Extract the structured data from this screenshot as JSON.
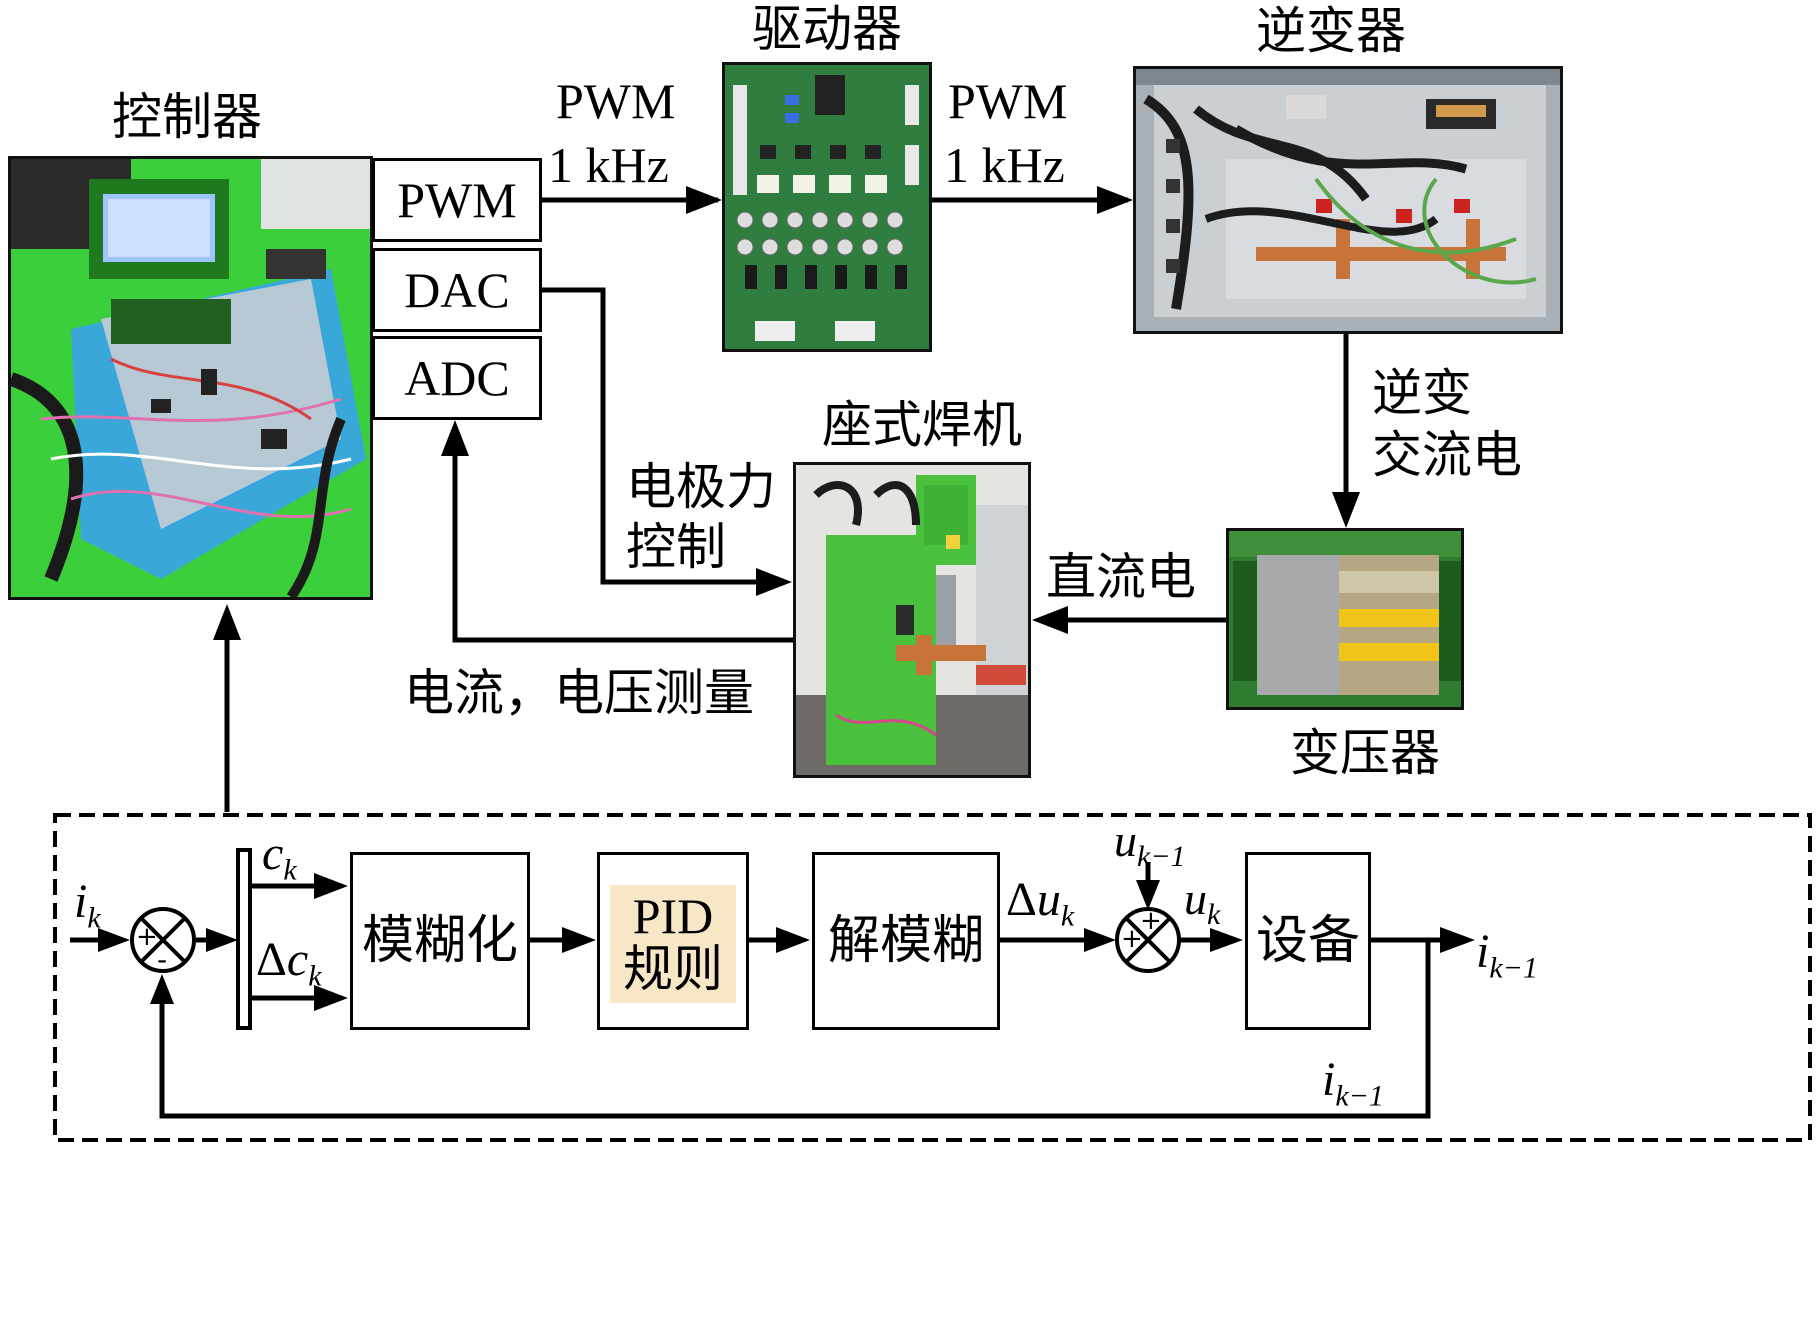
{
  "components": {
    "controller": "控制器",
    "driver": "驱动器",
    "inverter": "逆变器",
    "welder": "座式焊机",
    "transformer": "变压器"
  },
  "ports": {
    "pwm": "PWM",
    "dac": "DAC",
    "adc": "ADC"
  },
  "signals": {
    "pwm_label": "PWM",
    "freq_label": "1 kHz",
    "inverter_ac": [
      "逆变",
      "交流电"
    ],
    "dc": "直流电",
    "electrode_force": [
      "电极力",
      "控制"
    ],
    "measurement": "电流，电压测量"
  },
  "control_loop": {
    "blocks": {
      "fuzzify": "模糊化",
      "pid_rules": [
        "PID",
        "规则"
      ],
      "defuzzify": "解模糊",
      "device": "设备"
    },
    "variables": {
      "i": "i",
      "k": "k",
      "k_minus_1": "k−1",
      "c": "c",
      "delta": "Δ",
      "u": "u"
    },
    "signs": {
      "plus": "+",
      "minus": "-"
    }
  },
  "colors": {
    "pid_fill": "#f8e7c6",
    "board_green": "#3bd23b",
    "welder_green": "#45c23a",
    "copper": "#c8733a"
  }
}
